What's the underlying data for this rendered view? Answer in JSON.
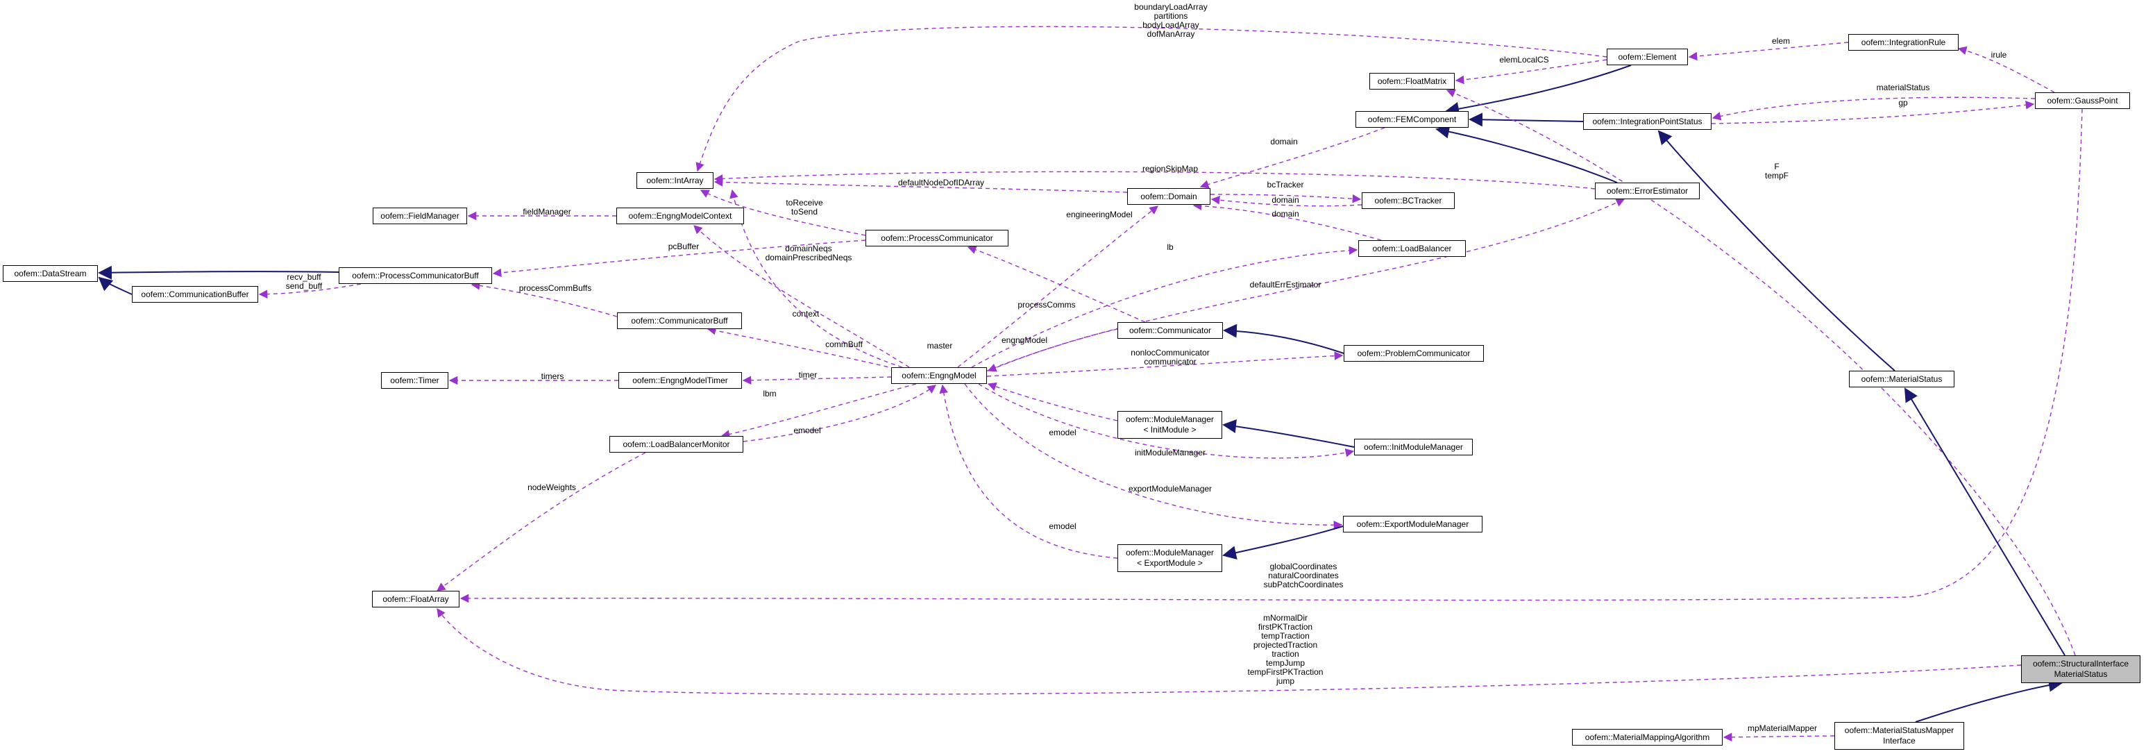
{
  "nodes": {
    "datastream": [
      "oofem::DataStream"
    ],
    "communicationbuffer": [
      "oofem::CommunicationBuffer"
    ],
    "pcbuff": [
      "oofem::ProcessCommunicatorBuff"
    ],
    "fieldmanager": [
      "oofem::FieldManager"
    ],
    "engngmodelcontext": [
      "oofem::EngngModelContext"
    ],
    "intarray": [
      "oofem::IntArray"
    ],
    "processcommunicator": [
      "oofem::ProcessCommunicator"
    ],
    "communicatorbuff": [
      "oofem::CommunicatorBuff"
    ],
    "timer": [
      "oofem::Timer"
    ],
    "engngmodeltimer": [
      "oofem::EngngModelTimer"
    ],
    "engngmodel": [
      "oofem::EngngModel"
    ],
    "loadbalancermonitor": [
      "oofem::LoadBalancerMonitor"
    ],
    "floatarray": [
      "oofem::FloatArray"
    ],
    "domain": [
      "oofem::Domain"
    ],
    "communicator": [
      "oofem::Communicator"
    ],
    "modulemanager_init": [
      "oofem::ModuleManager",
      "< InitModule >"
    ],
    "modulemanager_export": [
      "oofem::ModuleManager",
      "< ExportModule >"
    ],
    "bctracker": [
      "oofem::BCTracker"
    ],
    "loadbalancer": [
      "oofem::LoadBalancer"
    ],
    "problemcommunicator": [
      "oofem::ProblemCommunicator"
    ],
    "initmodulemanager": [
      "oofem::InitModuleManager"
    ],
    "exportmodulemanager": [
      "oofem::ExportModuleManager"
    ],
    "floatmatrix": [
      "oofem::FloatMatrix"
    ],
    "femcomponent": [
      "oofem::FEMComponent"
    ],
    "element": [
      "oofem::Element"
    ],
    "errorestimator": [
      "oofem::ErrorEstimator"
    ],
    "integrationpointstatus": [
      "oofem::IntegrationPointStatus"
    ],
    "integrationrule": [
      "oofem::IntegrationRule"
    ],
    "gausspoint": [
      "oofem::GaussPoint"
    ],
    "materialstatus": [
      "oofem::MaterialStatus"
    ],
    "structuralinterface": [
      "oofem::StructuralInterface",
      "MaterialStatus"
    ],
    "materialmappingalgorithm": [
      "oofem::MaterialMappingAlgorithm"
    ],
    "materialstatusmapper": [
      "oofem::MaterialStatusMapper",
      "Interface"
    ]
  },
  "edge_labels": {
    "boundaryloadarray": [
      "boundaryLoadArray",
      "partitions",
      "bodyLoadArray",
      "dofManArray"
    ],
    "elem": [
      "elem"
    ],
    "irule": [
      "irule"
    ],
    "elemlocalcs": [
      "elemLocalCS"
    ],
    "materialstatus": [
      "materialStatus"
    ],
    "gp": [
      "gp"
    ],
    "domain_fem": [
      "domain"
    ],
    "regionskipmap": [
      "regionSkipMap"
    ],
    "defaultnodedofidarray": [
      "defaultNodeDofIDArray"
    ],
    "f_tempf": [
      "F",
      "tempF"
    ],
    "bctracker": [
      "bcTracker"
    ],
    "domain_bc": [
      "domain"
    ],
    "domain_lb": [
      "domain"
    ],
    "fieldmanager": [
      "fieldManager"
    ],
    "toreceive": [
      "toReceive",
      "toSend"
    ],
    "engineeringmodel": [
      "engineeringModel"
    ],
    "pcbuffer": [
      "pcBuffer"
    ],
    "domainneqs": [
      "domainNeqs",
      "domainPrescribedNeqs"
    ],
    "lb": [
      "lb"
    ],
    "recvbuff": [
      "recv_buff",
      "send_buff"
    ],
    "processcommbuffs": [
      "processCommBuffs"
    ],
    "defaulterrestimator": [
      "defaultErrEstimator"
    ],
    "processcomms": [
      "processComms"
    ],
    "context": [
      "context"
    ],
    "commbuff": [
      "commBuff"
    ],
    "engngmodel_comm": [
      "engngModel"
    ],
    "master": [
      "master"
    ],
    "timers": [
      "timers"
    ],
    "timer": [
      "timer"
    ],
    "nonloccommunicator": [
      "nonlocCommunicator",
      "communicator"
    ],
    "lbm": [
      "lbm"
    ],
    "emodel_lbm": [
      "emodel"
    ],
    "emodel_init": [
      "emodel"
    ],
    "initmodulemanager": [
      "initModuleManager"
    ],
    "nodeweights": [
      "nodeWeights"
    ],
    "exportmodulemanager": [
      "exportModuleManager"
    ],
    "emodel_export": [
      "emodel"
    ],
    "globalcoordinates": [
      "globalCoordinates",
      "naturalCoordinates",
      "subPatchCoordinates"
    ],
    "mnormaldir": [
      "mNormalDir",
      "firstPKTraction",
      "tempTraction",
      "projectedTraction",
      "traction",
      "tempJump",
      "tempFirstPKTraction",
      "jump"
    ],
    "mpmaterialmapper": [
      "mpMaterialMapper"
    ]
  },
  "colors": {
    "usage_edge": "#9a32cd",
    "inheritance_edge": "#191970",
    "highlight_fill": "#bfbfbf",
    "node_border": "#000000"
  }
}
